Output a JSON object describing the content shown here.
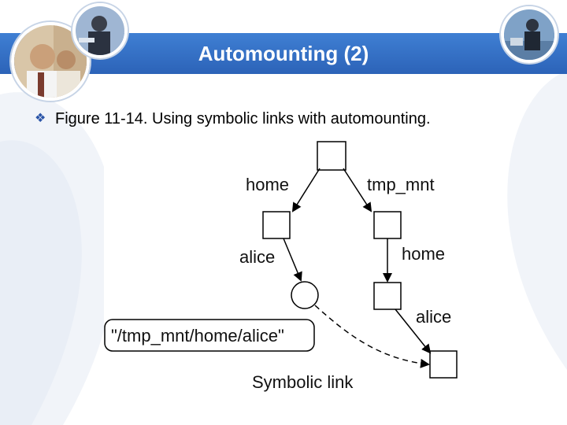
{
  "slide": {
    "title": "Automounting (2)",
    "bullet": "Figure 11-14. Using symbolic links with automounting."
  },
  "colors": {
    "title_bar": "#3468c0",
    "bullet_icon": "#2b55a8",
    "swoosh": "#eef2f8"
  },
  "icons": {
    "bullet": "diamond-bullet-icon"
  },
  "diagram": {
    "edge_labels": {
      "root_home": "home",
      "root_tmp_mnt": "tmp_mnt",
      "home_alice": "alice",
      "tmp_mnt_home": "home",
      "mnt_home_alice": "alice"
    },
    "symlink_target": "\"/tmp_mnt/home/alice\"",
    "symlink_caption": "Symbolic link"
  }
}
